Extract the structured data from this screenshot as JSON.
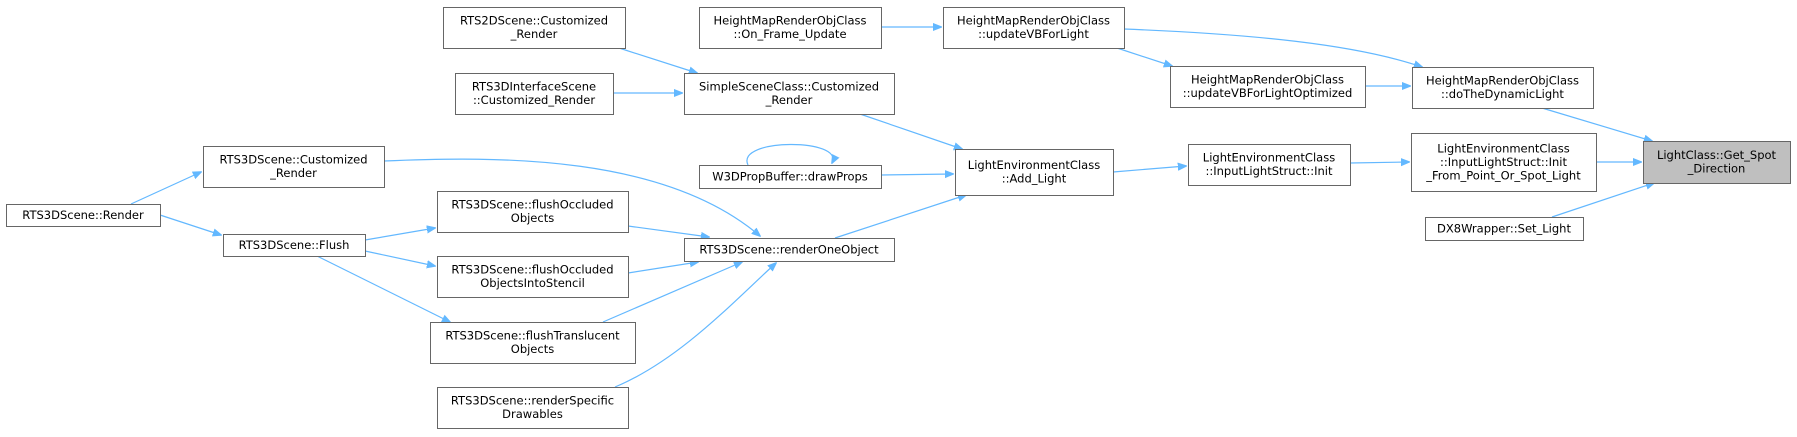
{
  "diagram": {
    "nodes": [
      {
        "id": "spot",
        "lines": [
          "LightClass::Get_Spot",
          "_Direction"
        ],
        "highlight": true
      },
      {
        "id": "dyn",
        "lines": [
          "HeightMapRenderObjClass",
          "::doTheDynamicLight"
        ]
      },
      {
        "id": "initpoint",
        "lines": [
          "LightEnvironmentClass",
          "::InputLightStruct::Init",
          "_From_Point_Or_Spot_Light"
        ]
      },
      {
        "id": "setlight",
        "lines": [
          "DX8Wrapper::Set_Light"
        ]
      },
      {
        "id": "updvb",
        "lines": [
          "HeightMapRenderObjClass",
          "::updateVBForLight"
        ]
      },
      {
        "id": "updvbopt",
        "lines": [
          "HeightMapRenderObjClass",
          "::updateVBForLightOptimized"
        ]
      },
      {
        "id": "onframe",
        "lines": [
          "HeightMapRenderObjClass",
          "::On_Frame_Update"
        ]
      },
      {
        "id": "isinit",
        "lines": [
          "LightEnvironmentClass",
          "::InputLightStruct::Init"
        ]
      },
      {
        "id": "addlight",
        "lines": [
          "LightEnvironmentClass",
          "::Add_Light"
        ]
      },
      {
        "id": "simple",
        "lines": [
          "SimpleSceneClass::Customized",
          "_Render"
        ]
      },
      {
        "id": "drawprops",
        "lines": [
          "W3DPropBuffer::drawProps"
        ]
      },
      {
        "id": "renderone",
        "lines": [
          "RTS3DScene::renderOneObject"
        ]
      },
      {
        "id": "rts2d",
        "lines": [
          "RTS2DScene::Customized",
          "_Render"
        ]
      },
      {
        "id": "rts3diface",
        "lines": [
          "RTS3DInterfaceScene",
          "::Customized_Render"
        ]
      },
      {
        "id": "rts3dcust",
        "lines": [
          "RTS3DScene::Customized",
          "_Render"
        ]
      },
      {
        "id": "flushocc",
        "lines": [
          "RTS3DScene::flushOccluded",
          "Objects"
        ]
      },
      {
        "id": "flushstencil",
        "lines": [
          "RTS3DScene::flushOccluded",
          "ObjectsIntoStencil"
        ]
      },
      {
        "id": "flushtrans",
        "lines": [
          "RTS3DScene::flushTranslucent",
          "Objects"
        ]
      },
      {
        "id": "renderspec",
        "lines": [
          "RTS3DScene::renderSpecific",
          "Drawables"
        ]
      },
      {
        "id": "flush",
        "lines": [
          "RTS3DScene::Flush"
        ]
      },
      {
        "id": "render",
        "lines": [
          "RTS3DScene::Render"
        ]
      }
    ],
    "edges": [
      {
        "from": "dyn",
        "to": "spot"
      },
      {
        "from": "initpoint",
        "to": "spot"
      },
      {
        "from": "setlight",
        "to": "spot"
      },
      {
        "from": "updvb",
        "to": "dyn"
      },
      {
        "from": "updvbopt",
        "to": "dyn"
      },
      {
        "from": "updvb",
        "to": "updvbopt"
      },
      {
        "from": "onframe",
        "to": "updvb"
      },
      {
        "from": "isinit",
        "to": "initpoint"
      },
      {
        "from": "addlight",
        "to": "isinit"
      },
      {
        "from": "simple",
        "to": "addlight"
      },
      {
        "from": "drawprops",
        "to": "addlight"
      },
      {
        "from": "renderone",
        "to": "addlight"
      },
      {
        "from": "drawprops",
        "to": "drawprops"
      },
      {
        "from": "rts2d",
        "to": "simple"
      },
      {
        "from": "rts3diface",
        "to": "simple"
      },
      {
        "from": "rts3dcust",
        "to": "renderone"
      },
      {
        "from": "flushocc",
        "to": "renderone"
      },
      {
        "from": "flushstencil",
        "to": "renderone"
      },
      {
        "from": "flushtrans",
        "to": "renderone"
      },
      {
        "from": "renderspec",
        "to": "renderone"
      },
      {
        "from": "flush",
        "to": "flushocc"
      },
      {
        "from": "flush",
        "to": "flushstencil"
      },
      {
        "from": "flush",
        "to": "flushtrans"
      },
      {
        "from": "render",
        "to": "rts3dcust"
      },
      {
        "from": "render",
        "to": "flush"
      }
    ],
    "colors": {
      "edge": "#63b8ff",
      "node_border": "#666666",
      "highlight_fill": "#bfbfbf"
    }
  }
}
